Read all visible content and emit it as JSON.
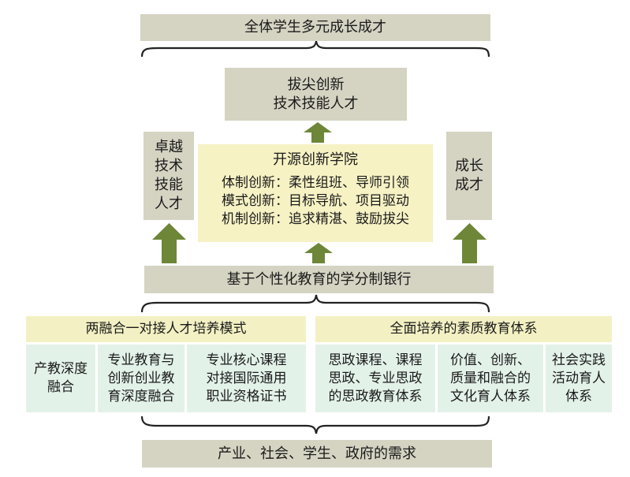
{
  "top_goal": "全体学生多元成长成才",
  "talent_top": [
    "拔尖创新",
    "技术技能人才"
  ],
  "left_talent": [
    "卓越",
    "技术",
    "技能",
    "人才"
  ],
  "right_talent": [
    "成长",
    "成才"
  ],
  "academy": {
    "title": "开源创新学院",
    "lines": [
      "体制创新：柔性组班、导师引领",
      "模式创新：目标导航、项目驱动",
      "机制创新：追求精湛、鼓励拔尖"
    ]
  },
  "credit_bank": "基于个性化教育的学分制银行",
  "left_model": {
    "title": "两融合一对接人才培养模式",
    "items": [
      [
        "产教深度",
        "融合"
      ],
      [
        "专业教育与",
        "创新创业教",
        "育深度融合"
      ],
      [
        "专业核心课程",
        "对接国际通用",
        "职业资格证书"
      ]
    ]
  },
  "right_model": {
    "title": "全面培养的素质教育体系",
    "items": [
      [
        "思政课程、课程",
        "思政、专业思政",
        "的思政教育体系"
      ],
      [
        "价值、创新、",
        "质量和融合的",
        "文化育人体系"
      ],
      [
        "社会实践",
        "活动育人",
        "体系"
      ]
    ]
  },
  "bottom_need": "产业、社会、学生、政府的需求",
  "colors": {
    "tan": "#d5d3c2",
    "yellow": "#f6f2c4",
    "mint": "#e3f2e9",
    "arrow": "#6e8638",
    "brace": "#222222"
  }
}
